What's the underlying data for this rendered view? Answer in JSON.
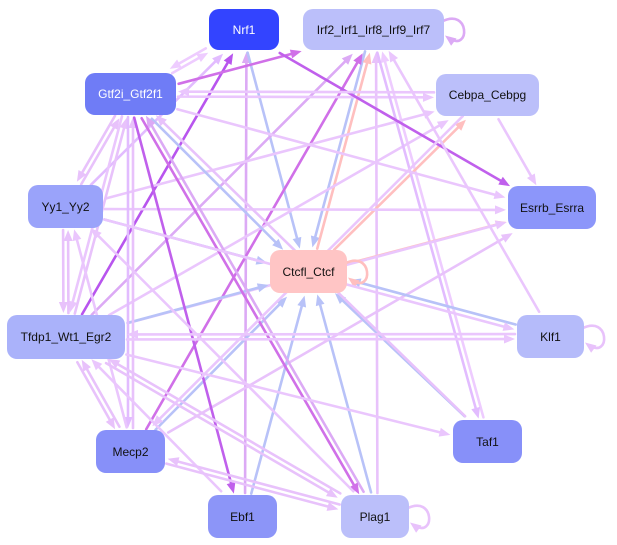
{
  "network": {
    "nodes": [
      {
        "id": "nrf1",
        "label": "Nrf1",
        "color": "#3344ff",
        "text_color": "#ffffff"
      },
      {
        "id": "irf",
        "label": "Irf2_Irf1_Irf8_Irf9_Irf7",
        "color": "#bbbffa"
      },
      {
        "id": "gtf2i",
        "label": "Gtf2i_Gtf2f1",
        "color": "#6f7cf6",
        "text_color": "#ffffff"
      },
      {
        "id": "cebpa",
        "label": "Cebpa_Cebpg",
        "color": "#bbbffa"
      },
      {
        "id": "yy1",
        "label": "Yy1_Yy2",
        "color": "#9aa3fa"
      },
      {
        "id": "esrrb",
        "label": "Esrrb_Esrra",
        "color": "#8c96fa"
      },
      {
        "id": "ctcfl",
        "label": "Ctcfl_Ctcf",
        "color": "#ffc5c5"
      },
      {
        "id": "tfdp1",
        "label": "Tfdp1_Wt1_Egr2",
        "color": "#aab2fa"
      },
      {
        "id": "klf1",
        "label": "Klf1",
        "color": "#b5bbfa"
      },
      {
        "id": "mecp2",
        "label": "Mecp2",
        "color": "#8790f9"
      },
      {
        "id": "taf1",
        "label": "Taf1",
        "color": "#8790f9"
      },
      {
        "id": "ebf1",
        "label": "Ebf1",
        "color": "#8c95f8"
      },
      {
        "id": "plag1",
        "label": "Plag1",
        "color": "#bbbffa"
      }
    ],
    "edges": [
      {
        "from": "gtf2i",
        "to": "nrf1",
        "color": "#eeccff"
      },
      {
        "from": "yy1",
        "to": "nrf1",
        "color": "#e2bcff"
      },
      {
        "from": "tfdp1",
        "to": "nrf1",
        "color": "#b855ee"
      },
      {
        "from": "ebf1",
        "to": "nrf1",
        "color": "#dcaaf5"
      },
      {
        "from": "nrf1",
        "to": "ctcfl",
        "color": "#b8c2f8"
      },
      {
        "from": "nrf1",
        "to": "gtf2i",
        "color": "#eeccff"
      },
      {
        "from": "gtf2i",
        "to": "irf",
        "color": "#d070e8"
      },
      {
        "from": "irf",
        "to": "irf",
        "color": "#dcaaf5",
        "self": "right"
      },
      {
        "from": "irf",
        "to": "ctcfl",
        "color": "#b8c2f8"
      },
      {
        "from": "tfdp1",
        "to": "irf",
        "color": "#dcaaf5"
      },
      {
        "from": "mecp2",
        "to": "irf",
        "color": "#d070e8"
      },
      {
        "from": "ctcfl",
        "to": "irf",
        "color": "#ffbfbf"
      },
      {
        "from": "taf1",
        "to": "irf",
        "color": "#eeccff"
      },
      {
        "from": "plag1",
        "to": "irf",
        "color": "#e8c2fb"
      },
      {
        "from": "gtf2i",
        "to": "cebpa",
        "color": "#eac6fd"
      },
      {
        "from": "yy1",
        "to": "cebpa",
        "color": "#eac6fd"
      },
      {
        "from": "ctcfl",
        "to": "cebpa",
        "color": "#ffbfbf"
      },
      {
        "from": "tfdp1",
        "to": "cebpa",
        "color": "#eac6fd"
      },
      {
        "from": "cebpa",
        "to": "esrrb",
        "color": "#eac6fd"
      },
      {
        "from": "irf",
        "to": "taf1",
        "color": "#e2bcff"
      },
      {
        "from": "nrf1",
        "to": "esrrb",
        "color": "#c060ec"
      },
      {
        "from": "gtf2i",
        "to": "esrrb",
        "color": "#eac6fd"
      },
      {
        "from": "yy1",
        "to": "esrrb",
        "color": "#eac6fd"
      },
      {
        "from": "ctcfl",
        "to": "esrrb",
        "color": "#ffbfbf"
      },
      {
        "from": "tfdp1",
        "to": "esrrb",
        "color": "#eac6fd"
      },
      {
        "from": "mecp2",
        "to": "esrrb",
        "color": "#e8c2fb"
      },
      {
        "from": "gtf2i",
        "to": "ctcfl",
        "color": "#b8c2f8"
      },
      {
        "from": "yy1",
        "to": "ctcfl",
        "color": "#b8c2f8"
      },
      {
        "from": "tfdp1",
        "to": "ctcfl",
        "color": "#b8c2f8"
      },
      {
        "from": "klf1",
        "to": "ctcfl",
        "color": "#b8c2f8"
      },
      {
        "from": "mecp2",
        "to": "ctcfl",
        "color": "#b8c2f8"
      },
      {
        "from": "taf1",
        "to": "ctcfl",
        "color": "#b8c2f8"
      },
      {
        "from": "ebf1",
        "to": "ctcfl",
        "color": "#b8c2f8"
      },
      {
        "from": "plag1",
        "to": "ctcfl",
        "color": "#b8c2f8"
      },
      {
        "from": "ctcfl",
        "to": "ctcfl",
        "color": "#ffbfbf",
        "self": "right"
      },
      {
        "from": "gtf2i",
        "to": "yy1",
        "color": "#e8c2fb"
      },
      {
        "from": "yy1",
        "to": "gtf2i",
        "color": "#e8c2fb"
      },
      {
        "from": "tfdp1",
        "to": "gtf2i",
        "color": "#e8c2fb"
      },
      {
        "from": "mecp2",
        "to": "gtf2i",
        "color": "#e8c2fb"
      },
      {
        "from": "taf1",
        "to": "gtf2i",
        "color": "#e8c2fb"
      },
      {
        "from": "plag1",
        "to": "gtf2i",
        "color": "#dcaaf5"
      },
      {
        "from": "cebpa",
        "to": "gtf2i",
        "color": "#eac6fd"
      },
      {
        "from": "gtf2i",
        "to": "tfdp1",
        "color": "#eac6fd"
      },
      {
        "from": "gtf2i",
        "to": "mecp2",
        "color": "#e2bcff"
      },
      {
        "from": "gtf2i",
        "to": "ebf1",
        "color": "#c060ec"
      },
      {
        "from": "gtf2i",
        "to": "plag1",
        "color": "#d070e8"
      },
      {
        "from": "yy1",
        "to": "tfdp1",
        "color": "#e8c2fb"
      },
      {
        "from": "yy1",
        "to": "klf1",
        "color": "#eac6fd"
      },
      {
        "from": "tfdp1",
        "to": "yy1",
        "color": "#e8c2fb"
      },
      {
        "from": "mecp2",
        "to": "yy1",
        "color": "#eac6fd"
      },
      {
        "from": "plag1",
        "to": "yy1",
        "color": "#eac6fd"
      },
      {
        "from": "tfdp1",
        "to": "klf1",
        "color": "#eac6fd"
      },
      {
        "from": "klf1",
        "to": "tfdp1",
        "color": "#eac6fd"
      },
      {
        "from": "tfdp1",
        "to": "mecp2",
        "color": "#e8c2fb"
      },
      {
        "from": "mecp2",
        "to": "tfdp1",
        "color": "#e8c2fb"
      },
      {
        "from": "tfdp1",
        "to": "taf1",
        "color": "#eac6fd"
      },
      {
        "from": "tfdp1",
        "to": "plag1",
        "color": "#e8c2fb"
      },
      {
        "from": "plag1",
        "to": "tfdp1",
        "color": "#e8c2fb"
      },
      {
        "from": "ebf1",
        "to": "tfdp1",
        "color": "#eac6fd"
      },
      {
        "from": "klf1",
        "to": "klf1",
        "color": "#e8c2fb",
        "self": "right"
      },
      {
        "from": "klf1",
        "to": "irf",
        "color": "#eac6fd"
      },
      {
        "from": "mecp2",
        "to": "plag1",
        "color": "#e8c2fb"
      },
      {
        "from": "plag1",
        "to": "mecp2",
        "color": "#e8c2fb"
      },
      {
        "from": "cebpa",
        "to": "mecp2",
        "color": "#eac6fd"
      },
      {
        "from": "plag1",
        "to": "plag1",
        "color": "#e8c2fb",
        "self": "right"
      }
    ]
  }
}
